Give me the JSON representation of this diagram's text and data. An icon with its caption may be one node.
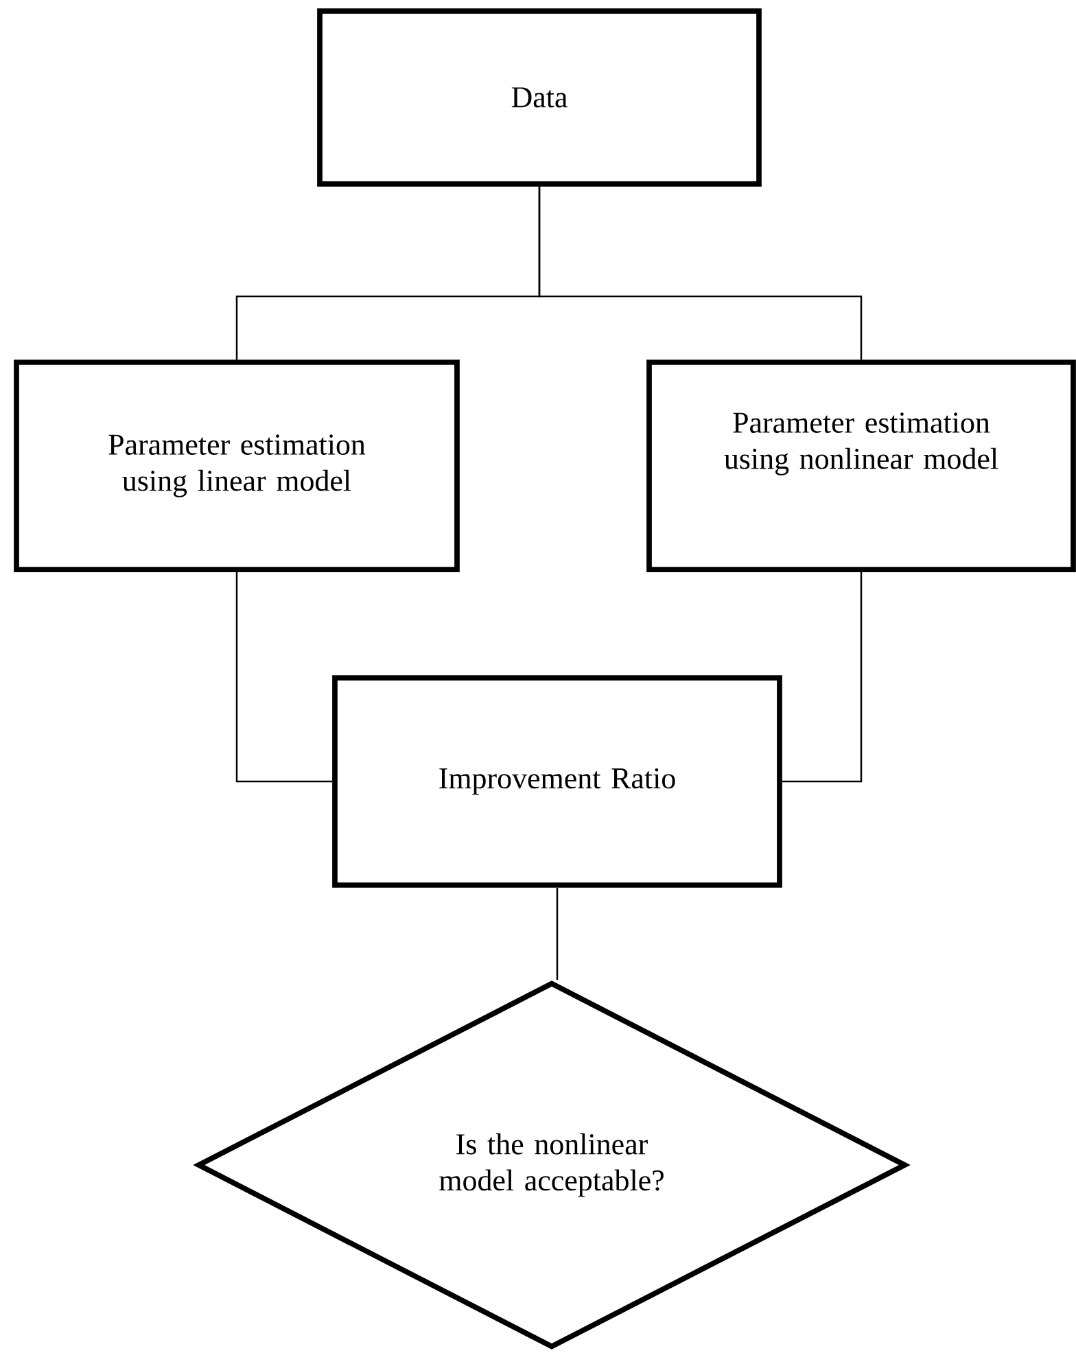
{
  "diagram": {
    "nodes": [
      {
        "text": [
          "Data"
        ]
      },
      {
        "text": [
          "Parameter estimation using linear model"
        ]
      },
      {
        "text": [
          "Parameter estimation using nonlinear model"
        ]
      },
      {
        "text": [
          "Improvement Ratio"
        ]
      },
      {
        "text": [
          "Is the nonlinear model acceptable?"
        ]
      }
    ],
    "edges": [
      {
        "from": 0,
        "to": 1,
        "arrow": "none"
      },
      {
        "from": 0,
        "to": 2,
        "arrow": "none"
      },
      {
        "from": 1,
        "to": 3,
        "arrow": "none"
      },
      {
        "from": 2,
        "to": 3,
        "arrow": "none"
      },
      {
        "from": 3,
        "to": 4,
        "arrow": "none"
      }
    ]
  }
}
